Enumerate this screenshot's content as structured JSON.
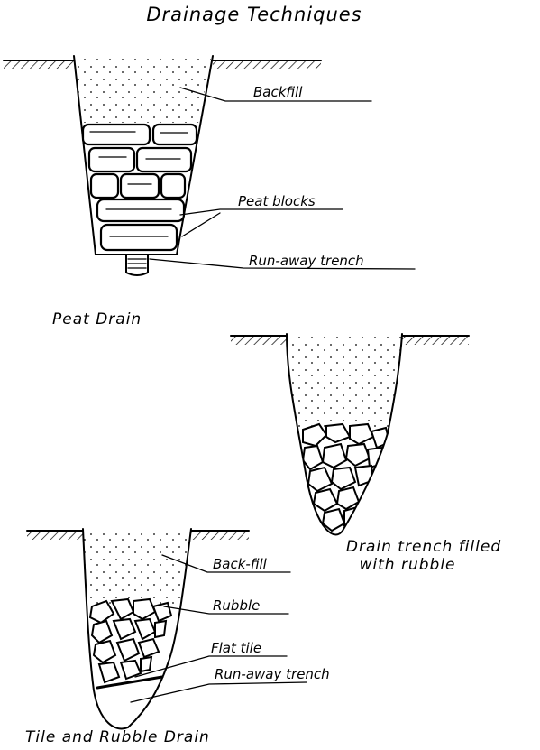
{
  "title": "Drainage Techniques",
  "peat_drain": {
    "caption": "Peat Drain",
    "labels": {
      "backfill": "Backfill",
      "peat_blocks": "Peat blocks",
      "run_away_trench": "Run-away trench"
    }
  },
  "rubble_drain": {
    "caption_line1": "Drain trench filled",
    "caption_line2": "with rubble"
  },
  "tile_rubble_drain": {
    "caption": "Tile and Rubble Drain",
    "labels": {
      "backfill": "Back-fill",
      "rubble": "Rubble",
      "flat_tile": "Flat tile",
      "run_away_trench": "Run-away trench"
    }
  }
}
